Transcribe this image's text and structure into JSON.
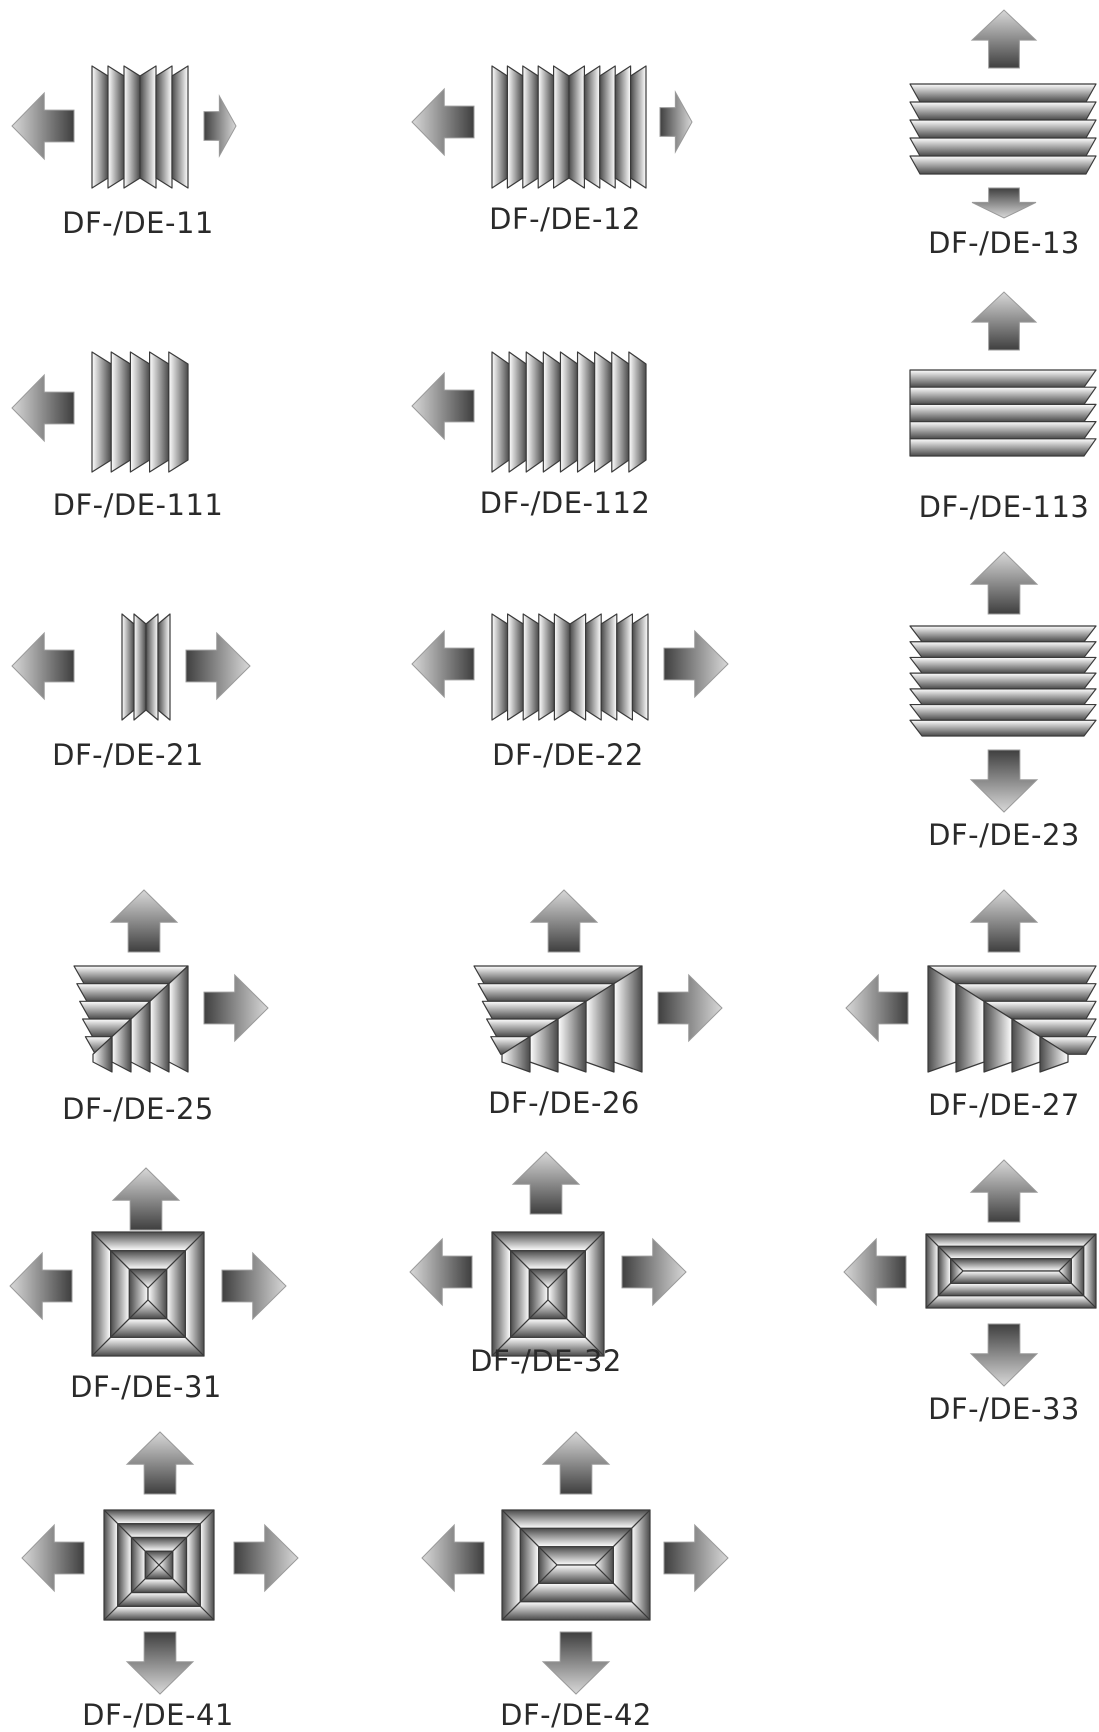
{
  "figures": [
    {
      "label": "DF-/DE-11",
      "arrows": [
        "left",
        "right"
      ]
    },
    {
      "label": "DF-/DE-12",
      "arrows": [
        "left",
        "right"
      ]
    },
    {
      "label": "DF-/DE-13",
      "arrows": [
        "up",
        "down"
      ]
    },
    {
      "label": "DF-/DE-111",
      "arrows": [
        "left"
      ]
    },
    {
      "label": "DF-/DE-112",
      "arrows": [
        "left"
      ]
    },
    {
      "label": "DF-/DE-113",
      "arrows": [
        "up"
      ]
    },
    {
      "label": "DF-/DE-21",
      "arrows": [
        "left",
        "right"
      ]
    },
    {
      "label": "DF-/DE-22",
      "arrows": [
        "left",
        "right"
      ]
    },
    {
      "label": "DF-/DE-23",
      "arrows": [
        "up",
        "down"
      ]
    },
    {
      "label": "DF-/DE-25",
      "arrows": [
        "up",
        "right"
      ]
    },
    {
      "label": "DF-/DE-26",
      "arrows": [
        "up",
        "right"
      ]
    },
    {
      "label": "DF-/DE-27",
      "arrows": [
        "up",
        "left"
      ]
    },
    {
      "label": "DF-/DE-31",
      "arrows": [
        "up",
        "left",
        "right"
      ]
    },
    {
      "label": "DF-/DE-32",
      "arrows": [
        "up",
        "left",
        "right"
      ]
    },
    {
      "label": "DF-/DE-33",
      "arrows": [
        "up",
        "left",
        "down"
      ]
    },
    {
      "label": "DF-/DE-41",
      "arrows": [
        "up",
        "left",
        "right",
        "down"
      ]
    },
    {
      "label": "DF-/DE-42",
      "arrows": [
        "up",
        "left",
        "right",
        "down"
      ]
    }
  ],
  "colors": {
    "line": "#3a3a3a",
    "shade_dark": "#555555",
    "shade_light": "#ffffff",
    "label": "#2a2a2a"
  }
}
